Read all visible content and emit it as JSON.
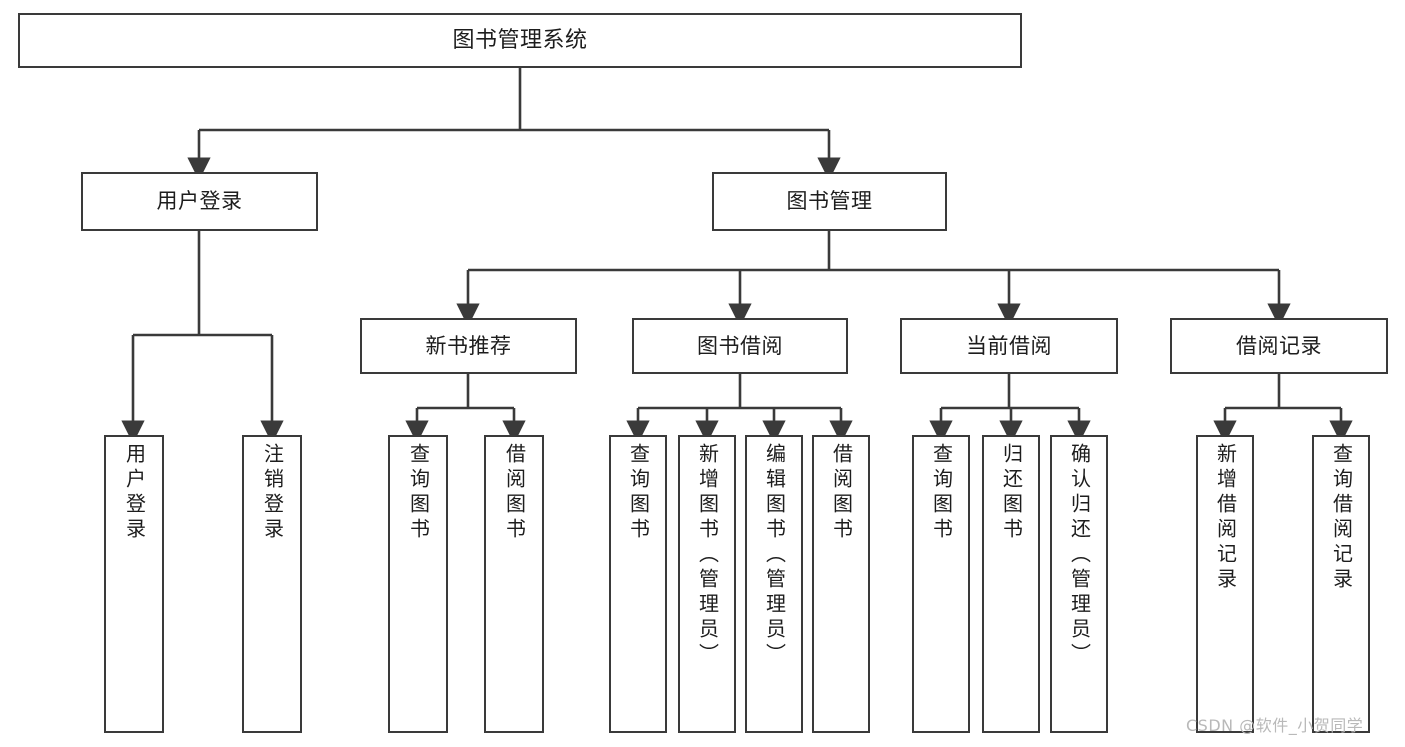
{
  "diagram": {
    "type": "tree",
    "title": "图书管理系统",
    "root": {
      "label": "图书管理系统"
    },
    "level1": [
      {
        "label": "用户登录"
      },
      {
        "label": "图书管理"
      }
    ],
    "level2": [
      {
        "label": "新书推荐",
        "parent": "图书管理"
      },
      {
        "label": "图书借阅",
        "parent": "图书管理"
      },
      {
        "label": "当前借阅",
        "parent": "图书管理"
      },
      {
        "label": "借阅记录",
        "parent": "图书管理"
      }
    ],
    "leaves": [
      {
        "label": "用户登录",
        "parent": "用户登录"
      },
      {
        "label": "注销登录",
        "parent": "用户登录"
      },
      {
        "label": "查询图书",
        "parent": "新书推荐"
      },
      {
        "label": "借阅图书",
        "parent": "新书推荐"
      },
      {
        "label": "查询图书",
        "parent": "图书借阅"
      },
      {
        "label": "新增图书（管理员）",
        "parent": "图书借阅"
      },
      {
        "label": "编辑图书（管理员）",
        "parent": "图书借阅"
      },
      {
        "label": "借阅图书",
        "parent": "图书借阅"
      },
      {
        "label": "查询图书",
        "parent": "当前借阅"
      },
      {
        "label": "归还图书",
        "parent": "当前借阅"
      },
      {
        "label": "确认归还（管理员）",
        "parent": "当前借阅"
      },
      {
        "label": "新增借阅记录",
        "parent": "借阅记录"
      },
      {
        "label": "查询借阅记录",
        "parent": "借阅记录"
      }
    ]
  },
  "watermark": {
    "text": "CSDN @软件_小贺同学"
  },
  "colors": {
    "stroke": "#3a3a3a",
    "fill": "#ffffff",
    "text": "#1d1d1d",
    "watermark": "#b9b9b9"
  }
}
